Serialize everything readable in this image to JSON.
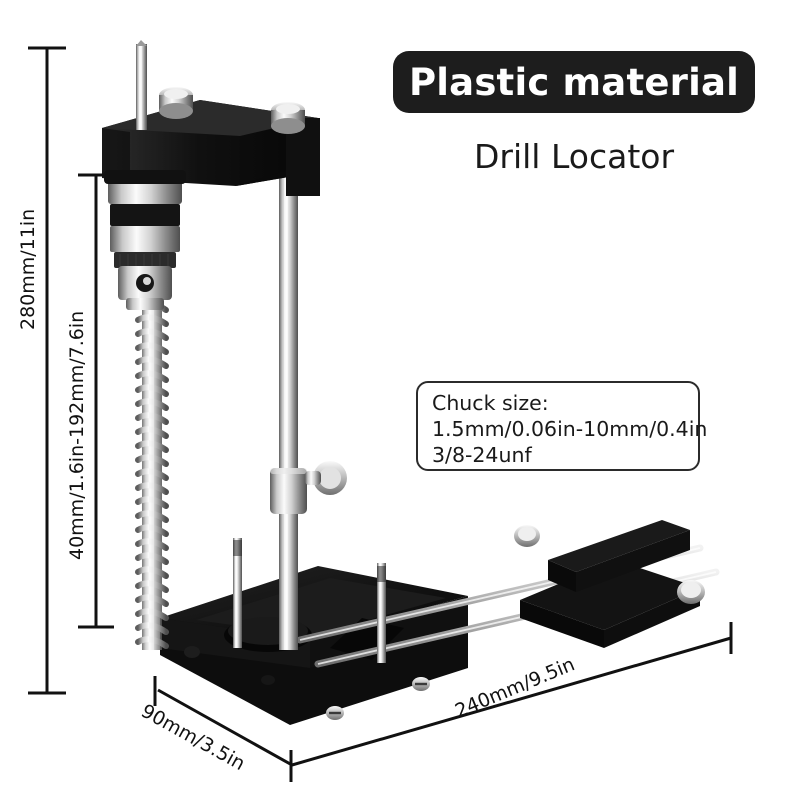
{
  "product": {
    "name": "Drill Locator",
    "material_badge": "Plastic material",
    "badge_bg": "#1d1d1d",
    "badge_text_color": "#ffffff",
    "background": "#ffffff"
  },
  "callout": {
    "title": "Chuck size:",
    "line2": "1.5mm/0.06in-10mm/0.4in",
    "line3": "3/8-24unf"
  },
  "dimensions": {
    "total_height": "280mm/11in",
    "adjustable_range": "40mm/1.6in-192mm/7.6in",
    "base_depth": "90mm/3.5in",
    "base_width": "240mm/9.5in"
  },
  "colors": {
    "body_black": "#121212",
    "metal_light": "#e8e8e8",
    "metal_mid": "#9a9a9a",
    "metal_dark": "#4a4a4a",
    "line": "#111111"
  }
}
